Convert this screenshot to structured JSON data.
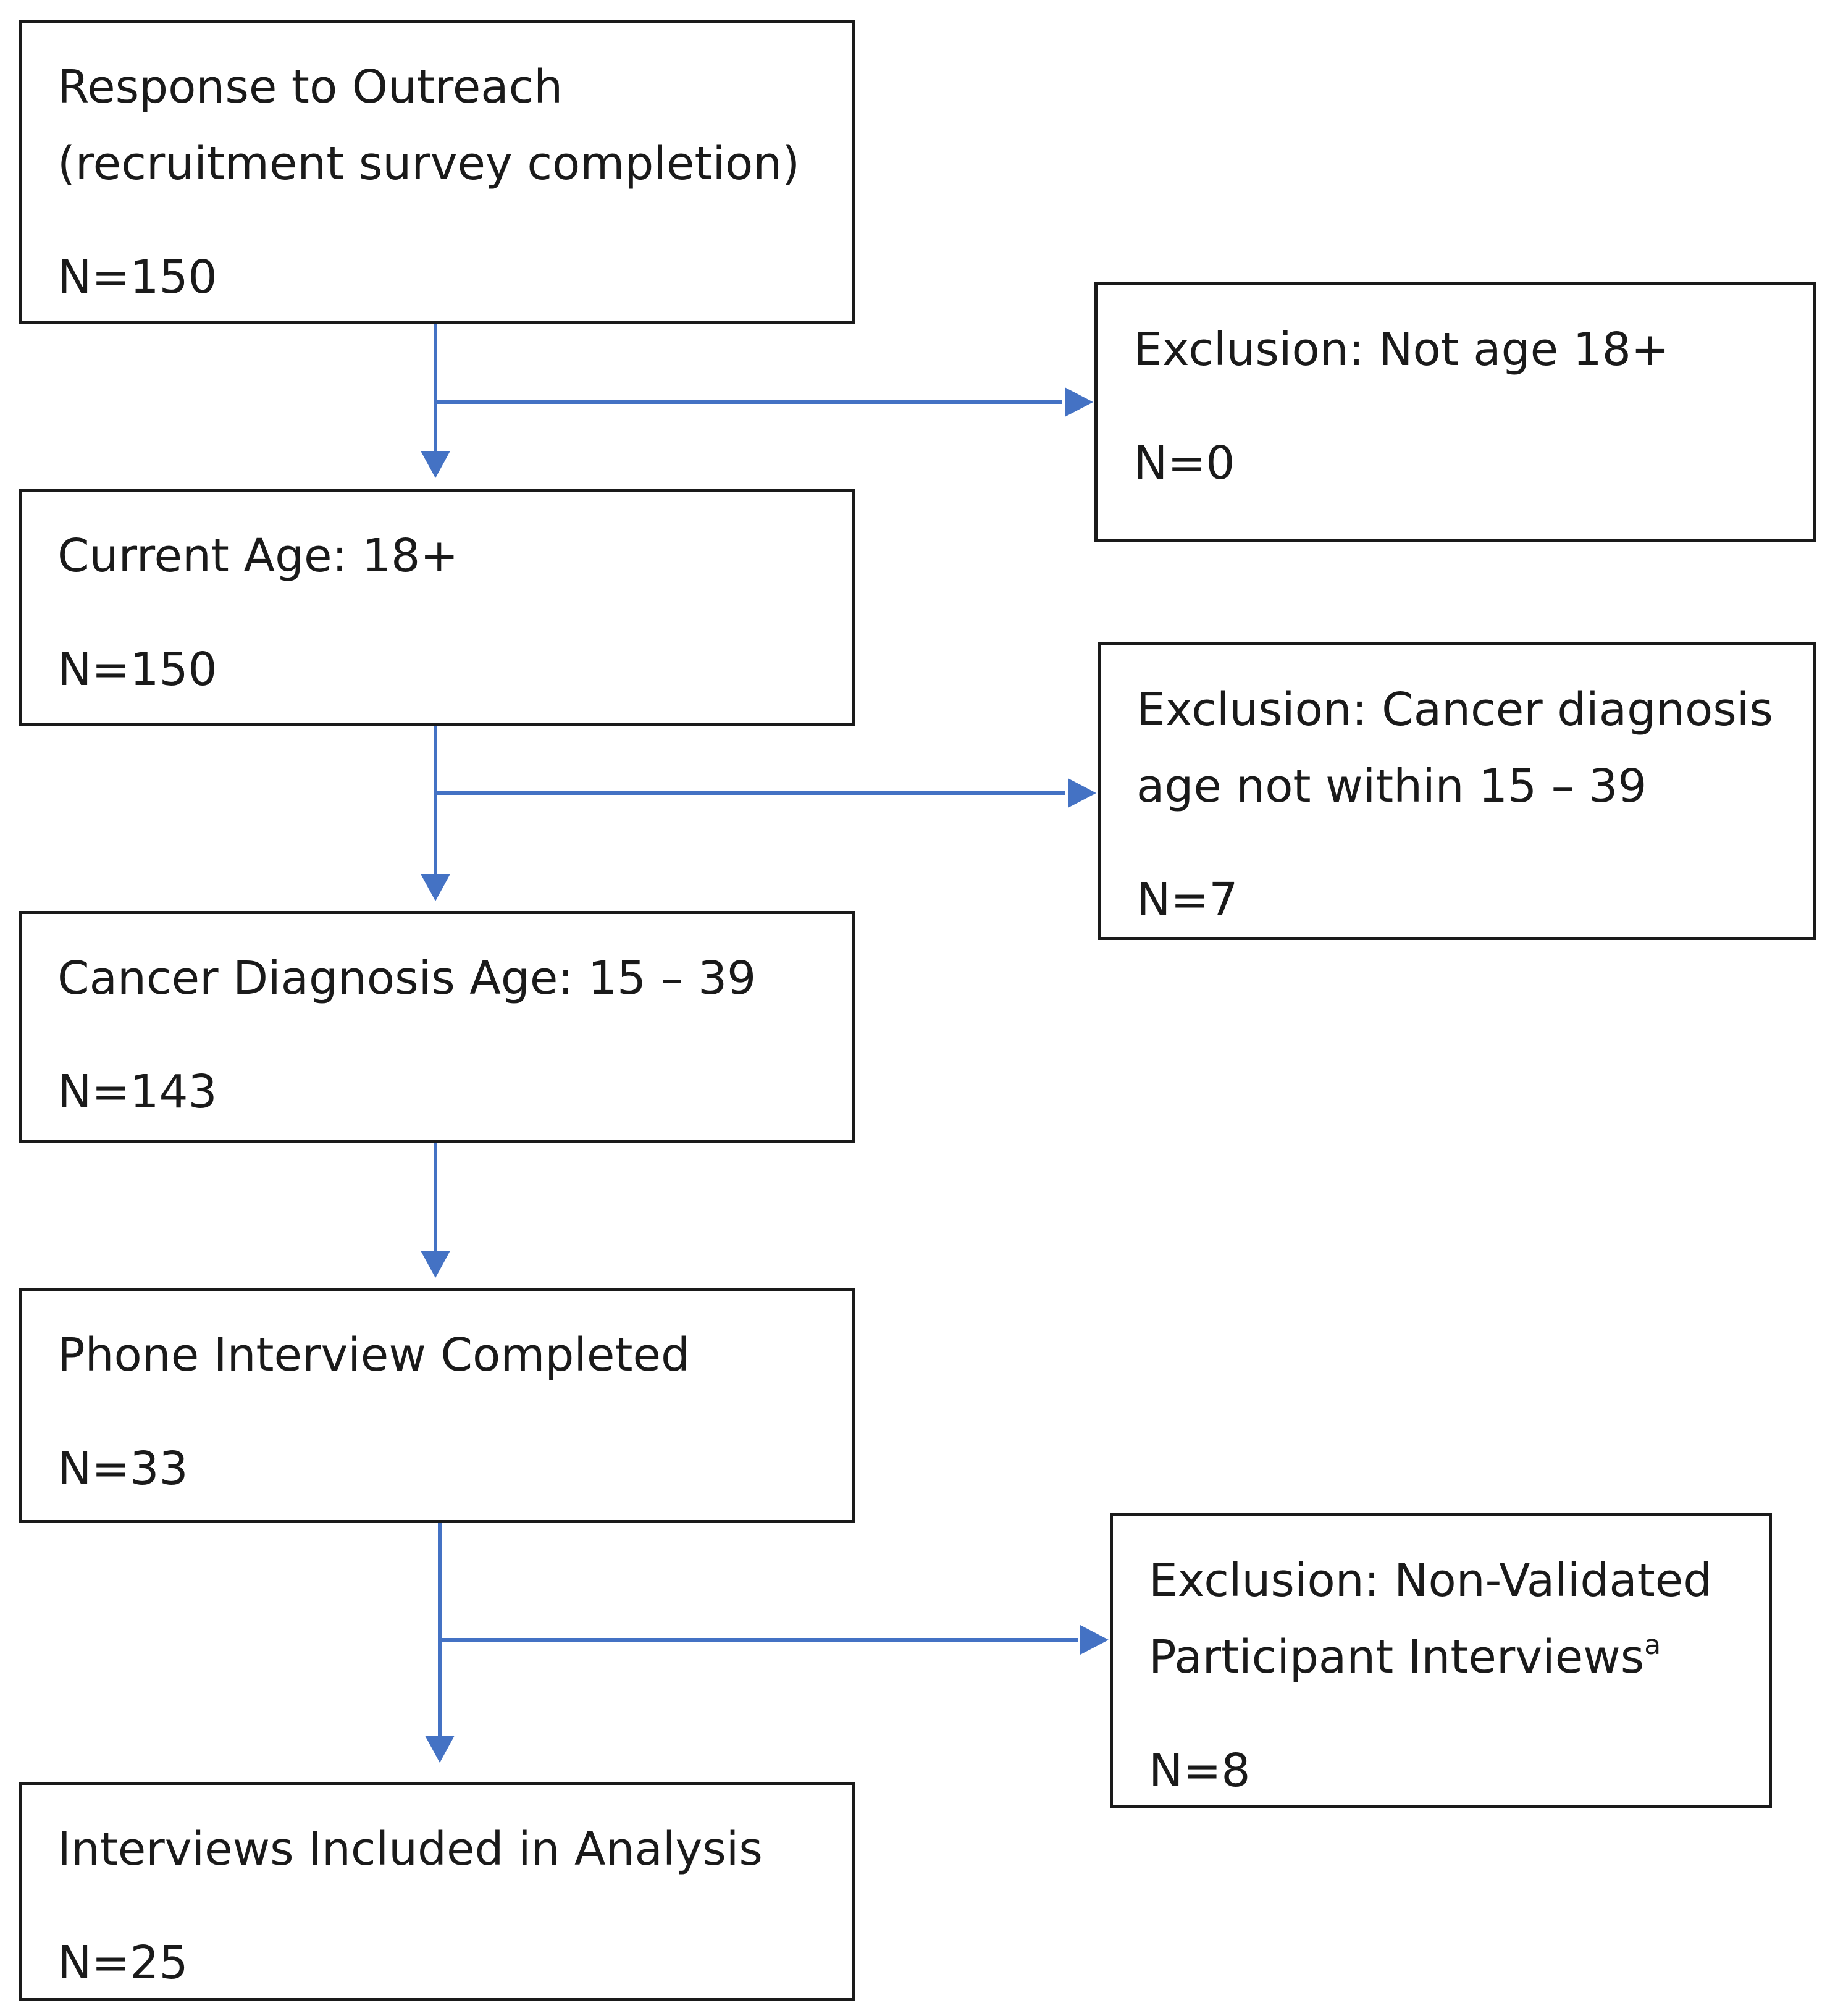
{
  "flow": {
    "response": {
      "line1": "Response to Outreach",
      "line2": "(recruitment survey completion)",
      "count": "N=150"
    },
    "age": {
      "line1": "Current Age: 18+",
      "count": "N=150"
    },
    "diagnosis": {
      "line1": "Cancer Diagnosis Age: 15 – 39",
      "count": "N=143"
    },
    "phone": {
      "line1": "Phone Interview Completed",
      "count": "N=33"
    },
    "analysis": {
      "line1": "Interviews Included in Analysis",
      "count": "N=25"
    }
  },
  "exclusions": {
    "not_age": {
      "line1": "Exclusion: Not age 18+",
      "count": "N=0"
    },
    "diagnosis_age": {
      "line1": "Exclusion: Cancer diagnosis",
      "line2": "age not within 15 – 39",
      "count": "N=7"
    },
    "non_validated": {
      "line1": "Exclusion: Non-Validated",
      "line2": "Participant Interviews",
      "footnote_mark": "a",
      "count": "N=8"
    }
  },
  "colors": {
    "connector": "#4472C4",
    "box_border": "#1a1a1a"
  }
}
